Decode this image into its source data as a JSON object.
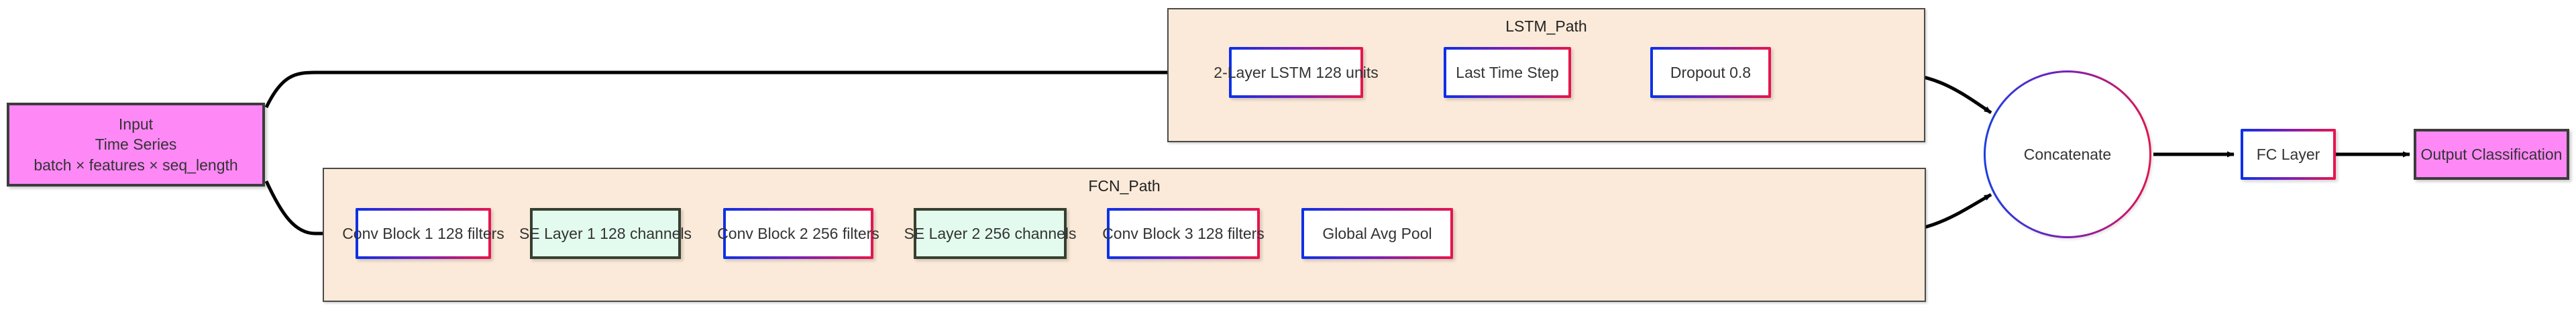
{
  "diagram": {
    "title": "LSTM-FCN Time Series Classification Architecture",
    "colors": {
      "cluster_fill": "#fbead9",
      "cluster_border": "#4a4a4a",
      "node_border_start": "#0b31e8",
      "node_border_end": "#e8154c",
      "se_fill": "#e3fbee",
      "se_border": "#36402f",
      "terminal_fill": "#ff88f7",
      "terminal_border": "#3c3c3c",
      "edge": "#000000"
    },
    "input": {
      "line1": "Input",
      "line2": "Time Series",
      "line3": "batch × features × seq_length"
    },
    "clusters": [
      {
        "id": "lstm_path",
        "label": "LSTM_Path"
      },
      {
        "id": "fcn_path",
        "label": "FCN_Path"
      }
    ],
    "lstm_path": {
      "nodes": [
        {
          "id": "lstm",
          "label": "2-Layer LSTM 128 units"
        },
        {
          "id": "last_step",
          "label": "Last Time Step"
        },
        {
          "id": "dropout",
          "label": "Dropout 0.8"
        }
      ]
    },
    "fcn_path": {
      "nodes": [
        {
          "id": "conv1",
          "label": "Conv Block 1 128 filters"
        },
        {
          "id": "se1",
          "label": "SE Layer 1 128 channels"
        },
        {
          "id": "conv2",
          "label": "Conv Block 2 256 filters"
        },
        {
          "id": "se2",
          "label": "SE Layer 2 256 channels"
        },
        {
          "id": "conv3",
          "label": "Conv Block 3 128 filters"
        },
        {
          "id": "gap",
          "label": "Global Avg Pool"
        }
      ]
    },
    "merge": {
      "label": "Concatenate"
    },
    "head": [
      {
        "id": "fc",
        "label": "FC Layer"
      },
      {
        "id": "output",
        "label": "Output Classification"
      }
    ]
  }
}
